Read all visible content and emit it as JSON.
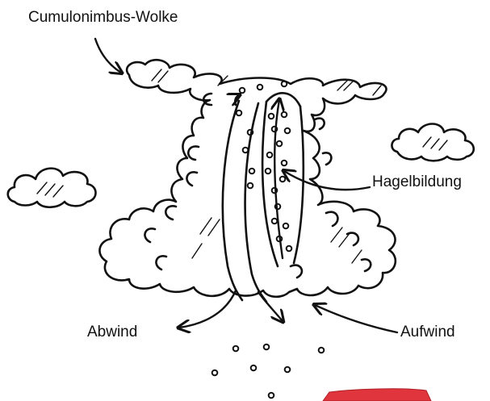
{
  "labels": {
    "cloud": "Cumulonimbus-Wolke",
    "hail_formation": "Hagelbildung",
    "downdraft": "Abwind",
    "updraft": "Aufwind"
  },
  "colors": {
    "ink": "#111111",
    "background": "#ffffff",
    "roof_accent": "#e0353c"
  }
}
